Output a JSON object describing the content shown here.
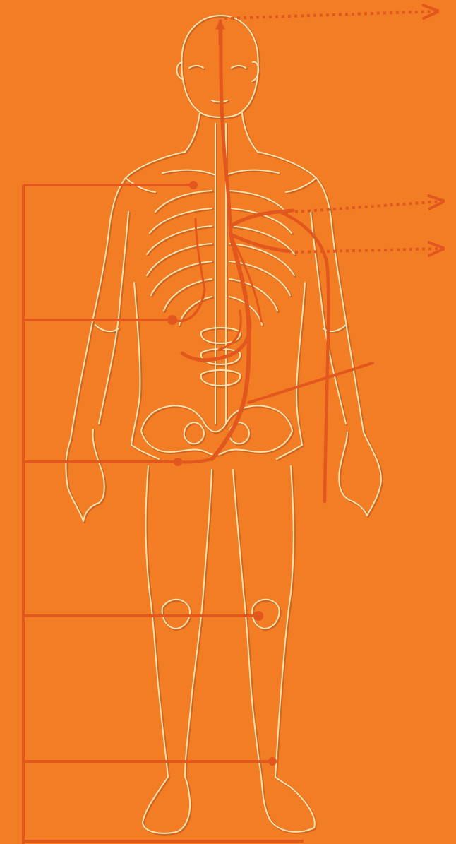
{
  "colors": {
    "background": "#F27D24",
    "outline": "#F6E3B2",
    "outline_shadow": "#B4521A",
    "channel": "#E2571D",
    "channel_dark": "#C9481A"
  },
  "figure": {
    "view": "anterior",
    "parts": [
      "head",
      "neck",
      "rib-cage",
      "spine",
      "pelvis",
      "arms",
      "hands",
      "legs",
      "knees",
      "feet"
    ]
  },
  "markers": {
    "left_bracket": [
      "clavicle",
      "abdomen",
      "pelvis",
      "knee",
      "ankle"
    ],
    "dotted_arrows": [
      "head",
      "upper-chest",
      "lower-chest"
    ]
  }
}
